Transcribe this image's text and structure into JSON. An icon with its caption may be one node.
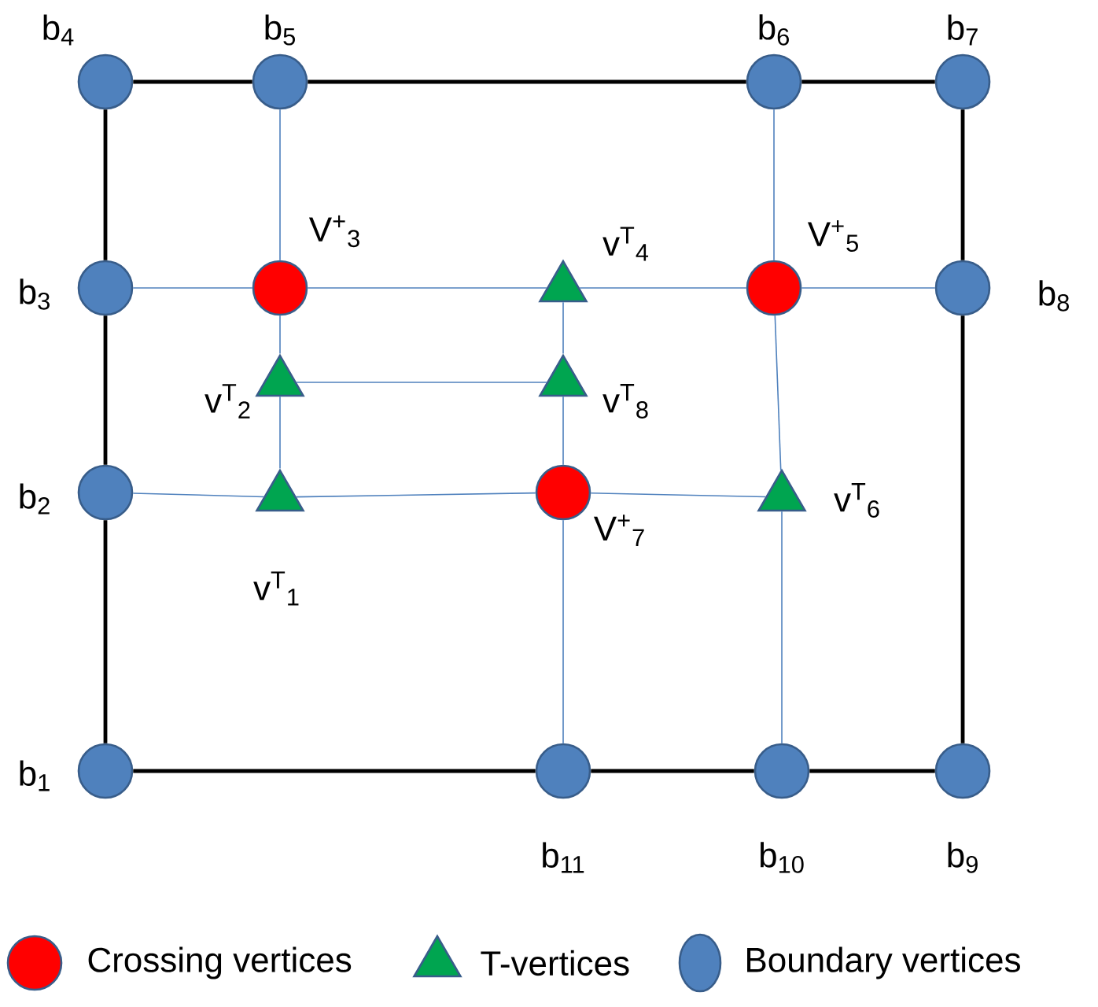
{
  "diagram": {
    "nodes": [
      {
        "text": [
          "b$_{4}$"
        ]
      },
      {
        "text": [
          "b$_{5}$"
        ]
      },
      {
        "text": [
          "b$_{6}$"
        ]
      },
      {
        "text": [
          "b$_{7}$"
        ]
      },
      {
        "text": [
          "b$_{3}$"
        ]
      },
      {
        "text": [
          "V$^{+}$$_{3}$"
        ]
      },
      {
        "text": [
          "v$^{T}$$_{4}$"
        ]
      },
      {
        "text": [
          "V$^{+}$$_{5}$"
        ]
      },
      {
        "text": [
          "b$_{8}$"
        ]
      },
      {
        "text": [
          "v$^{T}$$_{2}$"
        ]
      },
      {
        "text": [
          "v$^{T}$$_{8}$"
        ]
      },
      {
        "text": [
          "b$_{2}$"
        ]
      },
      {
        "text": [
          "v$^{T}$$_{1}$"
        ]
      },
      {
        "text": [
          "V$^{+}$$_{7}$"
        ]
      },
      {
        "text": [
          "v$^{T}$$_{6}$"
        ]
      },
      {
        "text": [
          "b$_{1}$"
        ]
      },
      {
        "text": [
          "b$_{11}$"
        ]
      },
      {
        "text": [
          "b$_{10}$"
        ]
      },
      {
        "text": [
          "b$_{9}$"
        ]
      }
    ],
    "edges": [
      {
        "from": 0,
        "to": 1,
        "arrow": "none",
        "style": "thick",
        "color": "#000000"
      },
      {
        "from": 1,
        "to": 2,
        "arrow": "none",
        "style": "thick",
        "color": "#000000"
      },
      {
        "from": 2,
        "to": 3,
        "arrow": "none",
        "style": "thick",
        "color": "#000000"
      },
      {
        "from": 3,
        "to": 8,
        "arrow": "none",
        "style": "thick",
        "color": "#000000"
      },
      {
        "from": 8,
        "to": 18,
        "arrow": "none",
        "style": "thick",
        "color": "#000000"
      },
      {
        "from": 18,
        "to": 17,
        "arrow": "none",
        "style": "thick",
        "color": "#000000"
      },
      {
        "from": 17,
        "to": 16,
        "arrow": "none",
        "style": "thick",
        "color": "#000000"
      },
      {
        "from": 16,
        "to": 15,
        "arrow": "none",
        "style": "thick",
        "color": "#000000"
      },
      {
        "from": 15,
        "to": 11,
        "arrow": "none",
        "style": "thick",
        "color": "#000000"
      },
      {
        "from": 11,
        "to": 4,
        "arrow": "none",
        "style": "thick",
        "color": "#000000"
      },
      {
        "from": 4,
        "to": 0,
        "arrow": "none",
        "style": "thick",
        "color": "#000000"
      },
      {
        "from": 1,
        "to": 5,
        "arrow": "none"
      },
      {
        "from": 5,
        "to": 9,
        "arrow": "none"
      },
      {
        "from": 9,
        "to": 12,
        "arrow": "none"
      },
      {
        "from": 4,
        "to": 5,
        "arrow": "none"
      },
      {
        "from": 5,
        "to": 6,
        "arrow": "none"
      },
      {
        "from": 6,
        "to": 7,
        "arrow": "none"
      },
      {
        "from": 7,
        "to": 8,
        "arrow": "none"
      },
      {
        "from": 9,
        "to": 10,
        "arrow": "none"
      },
      {
        "from": 6,
        "to": 10,
        "arrow": "none"
      },
      {
        "from": 10,
        "to": 13,
        "arrow": "none"
      },
      {
        "from": 11,
        "to": 12,
        "arrow": "none"
      },
      {
        "from": 12,
        "to": 13,
        "arrow": "none"
      },
      {
        "from": 13,
        "to": 14,
        "arrow": "none"
      },
      {
        "from": 13,
        "to": 16,
        "arrow": "none"
      },
      {
        "from": 2,
        "to": 7,
        "arrow": "none"
      },
      {
        "from": 7,
        "to": 14,
        "arrow": "none"
      },
      {
        "from": 14,
        "to": 17,
        "arrow": "none"
      }
    ],
    "legend": [
      {
        "text": "Crossing vertices",
        "color": "#ff0000"
      },
      {
        "text": "T-vertices",
        "color": "#00a550"
      },
      {
        "text": "Boundary vertices",
        "color": "#4f81bd"
      }
    ]
  }
}
